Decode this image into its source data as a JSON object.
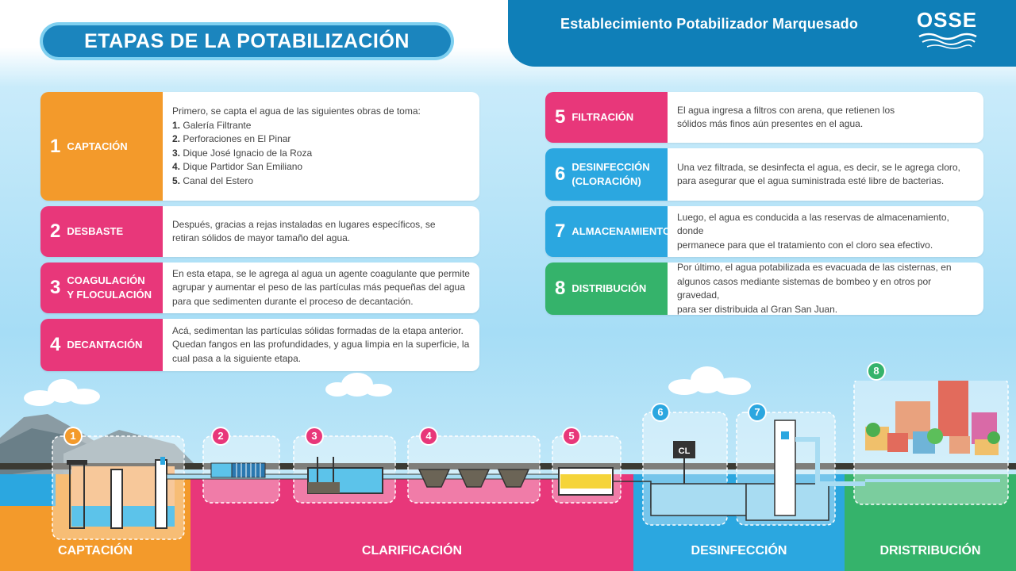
{
  "header": {
    "title": "ETAPAS DE LA POTABILIZACIÓN",
    "plant_name": "Establecimiento Potabilizador Marquesado",
    "logo_text": "OSSE"
  },
  "colors": {
    "orange": "#f39a2b",
    "pink": "#e8377a",
    "blue": "#2ba7e0",
    "green": "#35b36b",
    "navy": "#1b85be"
  },
  "steps": [
    {
      "number": "1",
      "name": "CAPTACIÓN",
      "intro": "Primero, se capta el agua de las siguientes obras de toma:",
      "items": [
        {
          "n": "1.",
          "text": "Galería Filtrante"
        },
        {
          "n": "2.",
          "text": "Perforaciones en El Pinar"
        },
        {
          "n": "3.",
          "text": "Dique José Ignacio de la Roza"
        },
        {
          "n": "4.",
          "text": "Dique Partidor San Emiliano"
        },
        {
          "n": "5.",
          "text": "Canal del Estero"
        }
      ]
    },
    {
      "number": "2",
      "name": "DESBASTE",
      "lines": [
        "Después, gracias a rejas instaladas en lugares específicos, se",
        "retiran sólidos de mayor tamaño del agua."
      ]
    },
    {
      "number": "3",
      "name_lines": [
        "COAGULACIÓN",
        "Y FLOCULACIÓN"
      ],
      "lines": [
        "En esta etapa, se le agrega al agua un agente coagulante que permite",
        "agrupar y aumentar el peso de las partículas más pequeñas del agua",
        "para que sedimenten durante el proceso de decantación."
      ]
    },
    {
      "number": "4",
      "name": "DECANTACIÓN",
      "lines": [
        "Acá, sedimentan las partículas sólidas formadas de la etapa anterior.",
        "Quedan fangos en las profundidades, y agua limpia en la superficie, la",
        "cual pasa a la siguiente etapa."
      ]
    },
    {
      "number": "5",
      "name": "FILTRACIÓN",
      "lines": [
        "El agua ingresa a filtros con arena, que retienen los",
        "sólidos más finos aún presentes en el agua."
      ]
    },
    {
      "number": "6",
      "name_lines": [
        "DESINFECCIÓN",
        "(CLORACIÓN)"
      ],
      "lines": [
        "Una vez filtrada, se desinfecta el agua, es decir, se le agrega cloro,",
        "para asegurar que el agua suministrada esté libre de bacterias."
      ]
    },
    {
      "number": "7",
      "name": "ALMACENAMIENTO",
      "lines": [
        "Luego, el agua es conducida a las reservas de almacenamiento, donde",
        "permanece para que el tratamiento con el cloro sea efectivo."
      ]
    },
    {
      "number": "8",
      "name": "DISTRIBUCIÓN",
      "lines": [
        "Por último, el agua potabilizada es evacuada de las cisternas, en",
        "algunos casos mediante sistemas de bombeo y en otros por gravedad,",
        "para ser distribuida al Gran San Juan."
      ]
    }
  ],
  "diagram": {
    "chlorine_label": "CL",
    "markers": [
      "1",
      "2",
      "3",
      "4",
      "5",
      "6",
      "7",
      "8"
    ],
    "stage_labels": [
      "CAPTACIÓN",
      "CLARIFICACIÓN",
      "DESINFECCIÓN",
      "DRISTRIBUCIÓN"
    ]
  }
}
